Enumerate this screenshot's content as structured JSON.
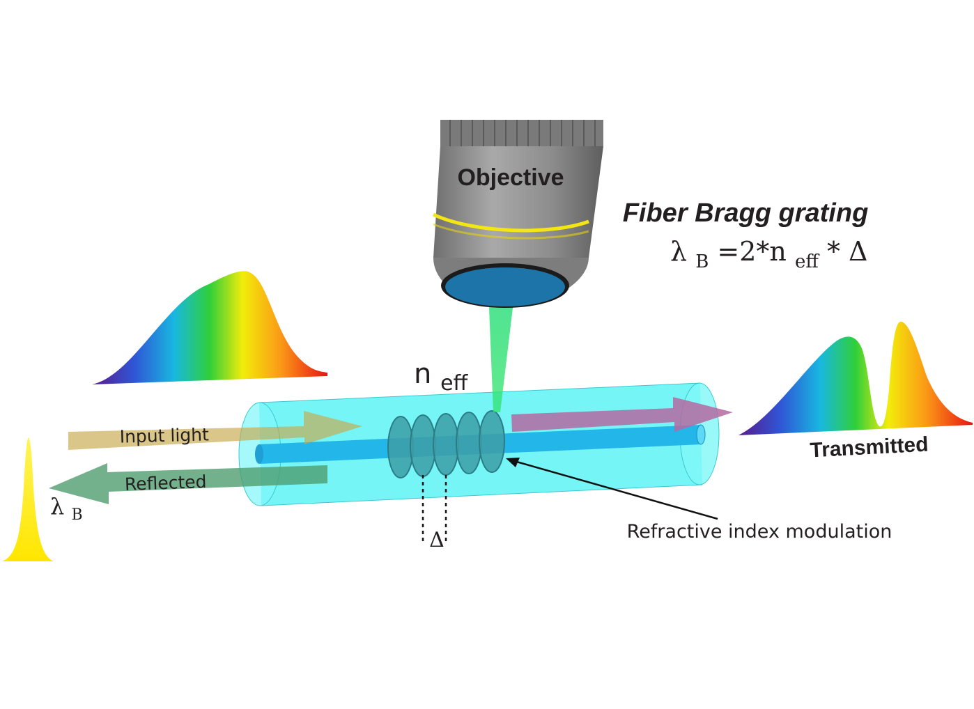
{
  "title": "Fiber Bragg grating",
  "equation": {
    "lambda_symbol": "λ",
    "lambda_sub": "B",
    "equals": "=2*n",
    "n_sub": "eff",
    "tail": "* Δ"
  },
  "labels": {
    "objective": "Objective",
    "neff_main": "n",
    "neff_sub": "eff",
    "input_light": "Input light",
    "reflected": "Reflected",
    "transmitted": "Transmitted",
    "modulation": "Refractive index modulation",
    "period_symbol": "Δ",
    "reflected_lambda": "λ",
    "reflected_lambda_sub": "B"
  },
  "colors": {
    "cladding": "#5ef3f6",
    "core": "#23b6e8",
    "objective_body": "#8f8f8f",
    "objective_ring": "#f3e516",
    "lens": "#1c74a8",
    "laser_beam": "#35e27a",
    "input_arrow": "#d9c07c",
    "reflected_arrow": "#5fae84",
    "transmitted_arrow": "#b46aa2",
    "reflected_peak": "#ffee00"
  }
}
